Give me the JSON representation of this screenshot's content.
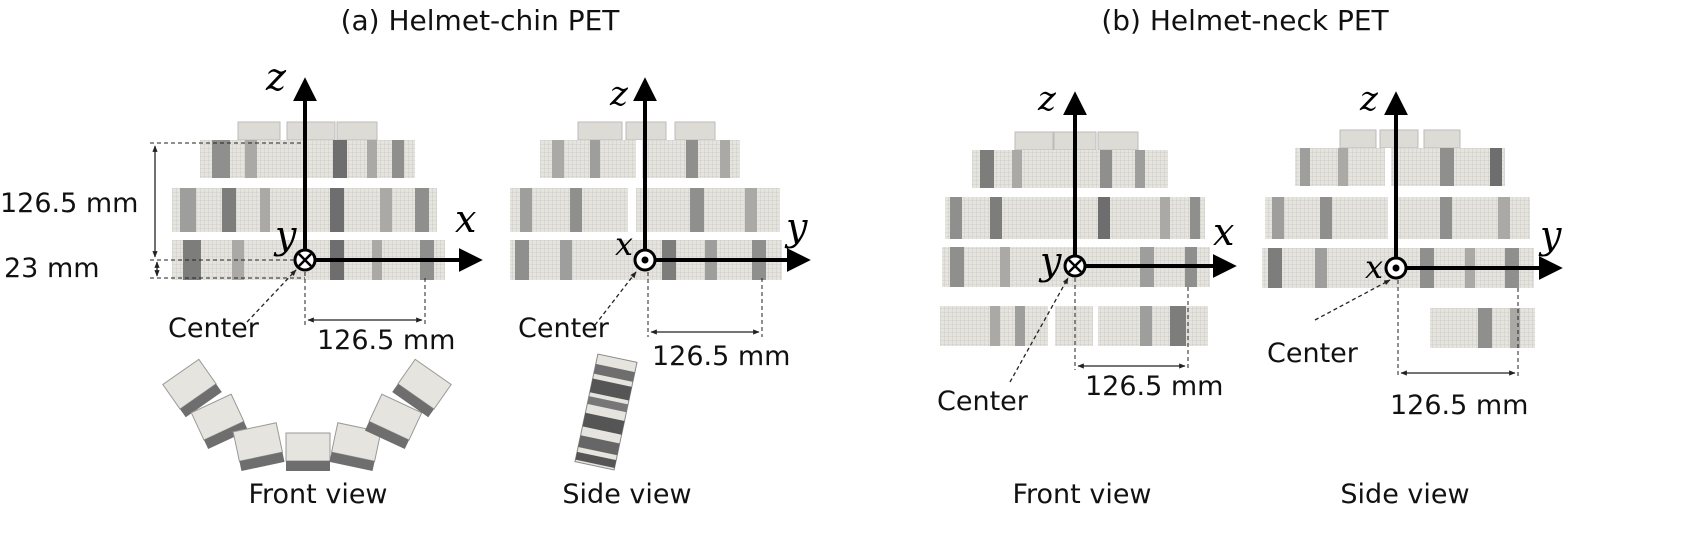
{
  "panels": [
    {
      "id": "a",
      "title": "(a) Helmet-chin PET",
      "front": {
        "axis_up": "z",
        "axis_right": "x",
        "axis_depth": "y",
        "depth_symbol": "into-page",
        "center_label": "Center",
        "dim_horizontal": "126.5 mm",
        "dim_vertical": "126.5 mm",
        "dim_ring": "23 mm",
        "view_label": "Front view"
      },
      "side": {
        "axis_up": "z",
        "axis_right": "y",
        "axis_depth": "x",
        "depth_symbol": "out-of-page",
        "center_label": "Center",
        "dim_horizontal": "126.5 mm",
        "view_label": "Side view"
      }
    },
    {
      "id": "b",
      "title": "(b) Helmet-neck PET",
      "front": {
        "axis_up": "z",
        "axis_right": "x",
        "axis_depth": "y",
        "depth_symbol": "into-page",
        "center_label": "Center",
        "dim_horizontal": "126.5 mm",
        "view_label": "Front view"
      },
      "side": {
        "axis_up": "z",
        "axis_right": "y",
        "axis_depth": "x",
        "depth_symbol": "out-of-page",
        "center_label": "Center",
        "dim_horizontal": "126.5 mm",
        "view_label": "Side view"
      }
    }
  ],
  "colors": {
    "detector_face": "#e6e4df",
    "detector_dark": "#6e6e6e",
    "detector_mid": "#a7a7a5",
    "axis": "#000000",
    "dim_line": "#222222"
  }
}
